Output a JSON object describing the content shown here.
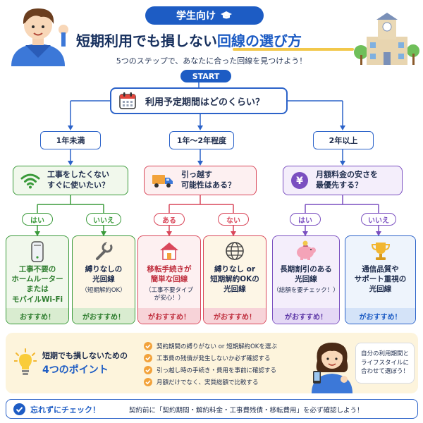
{
  "header": {
    "badge": "学生向け",
    "title_main": "短期利用でも損しない",
    "title_highlight": "回線の選び方",
    "subtitle": "5つのステップで、あなたに合った回線を見つけよう！"
  },
  "start_label": "START",
  "main_question": "利用予定期間はどのくらい？",
  "durations": [
    "1年未満",
    "1年〜2年程度",
    "2年以上"
  ],
  "questions": [
    {
      "text": "工事をしたくない\nすぐに使いたい？",
      "color": "#3a9a3a"
    },
    {
      "text": "引っ越す\n可能性はある？",
      "color": "#d9475a"
    },
    {
      "text": "月額料金の安さを\n最優先する？",
      "color": "#7a4fc0"
    }
  ],
  "answers": [
    "はい",
    "いいえ",
    "ある",
    "ない",
    "はい",
    "いいえ"
  ],
  "results": [
    {
      "title": "工事不要の\nホームルーター\nまたは\nモバイルWi-Fi",
      "note": "",
      "footer": "おすすめ！"
    },
    {
      "title": "縛りなしの\n光回線",
      "note": "（短期解約OK）",
      "footer": "がおすすめ！"
    },
    {
      "title": "移転手続きが\n簡単な回線",
      "note": "（工事不要タイプ\nが安心！）",
      "footer": "がおすすめ！"
    },
    {
      "title": "縛りなし or\n短期解約OKの\n光回線",
      "note": "",
      "footer": "がおすすめ！"
    },
    {
      "title": "長期割引のある\n光回線",
      "note": "（総額を要チェック！）",
      "footer": "がおすすめ！"
    },
    {
      "title": "通信品質や\nサポート重視の\n光回線",
      "note": "",
      "footer": "がおすすめ！"
    }
  ],
  "points": {
    "heading_line1": "短期でも損しないための",
    "heading_line2": "4つのポイント",
    "items": [
      "契約期間の縛りがない or 短期解約OKを選ぶ",
      "工事費の残債が発生しないか必ず確認する",
      "引っ越し時の手続き・費用を事前に確認する",
      "月額だけでなく、実質総額で比較する"
    ],
    "bubble": "自分の利用期間と\nライフスタイルに\n合わせて選ぼう！"
  },
  "check": {
    "label": "忘れずにチェック！",
    "text": "契約前に「契約期間・解約料金・工事費残債・移転費用」を必ず確認しよう！"
  },
  "colors": {
    "blue": "#1d5cc4",
    "green": "#3a9a3a",
    "red": "#d9475a",
    "purple": "#7a4fc0",
    "yellow": "#f2c84b"
  }
}
